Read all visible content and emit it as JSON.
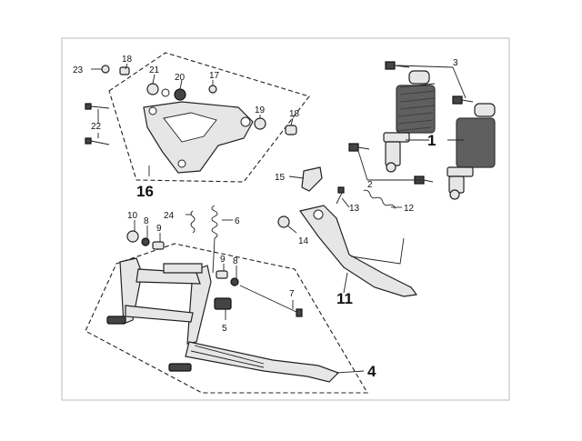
{
  "diagram": {
    "callouts": {
      "c1": "1",
      "c2": "2",
      "c3": "3",
      "c4": "4",
      "c5": "5",
      "c6": "6",
      "c7": "7",
      "c8a": "8",
      "c8b": "8",
      "c9a": "9",
      "c9b": "9",
      "c10": "10",
      "c11": "11",
      "c12": "12",
      "c13": "13",
      "c14": "14",
      "c15": "15",
      "c16": "16",
      "c17": "17",
      "c18a": "18",
      "c18b": "18",
      "c19": "19",
      "c20": "20",
      "c21": "21",
      "c22": "22",
      "c23": "23",
      "c24": "24"
    }
  }
}
